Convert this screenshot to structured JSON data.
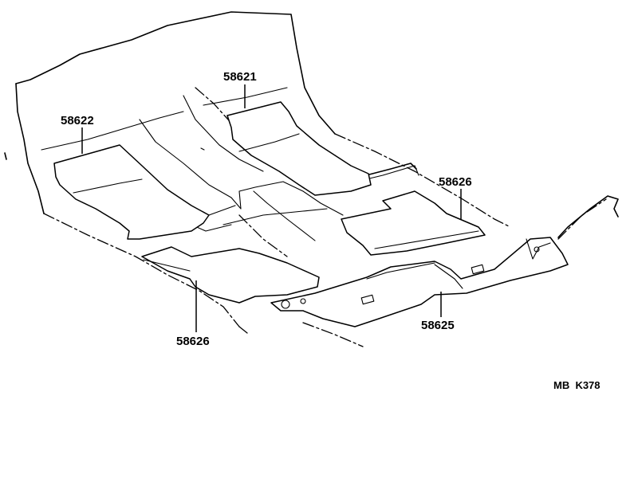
{
  "parts": {
    "front_right_mat": "58621",
    "front_left_mat": "58622",
    "rear_right_mat": "58626",
    "rear_left_mat": "58626",
    "rear_floor_mat": "58625"
  },
  "drawing_code": "MB  K378"
}
